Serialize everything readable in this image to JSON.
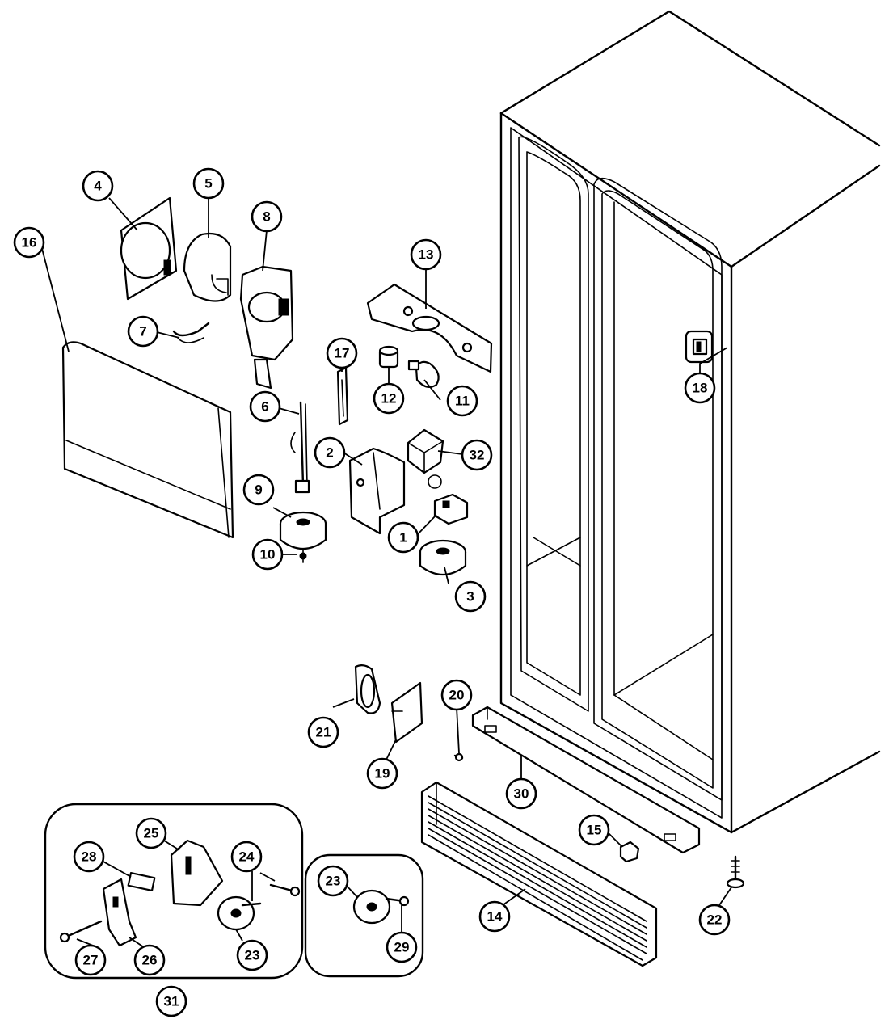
{
  "callouts": [
    {
      "id": "c1",
      "label": "1"
    },
    {
      "id": "c2",
      "label": "2"
    },
    {
      "id": "c3",
      "label": "3"
    },
    {
      "id": "c4",
      "label": "4"
    },
    {
      "id": "c5",
      "label": "5"
    },
    {
      "id": "c6",
      "label": "6"
    },
    {
      "id": "c7",
      "label": "7"
    },
    {
      "id": "c8",
      "label": "8"
    },
    {
      "id": "c9",
      "label": "9"
    },
    {
      "id": "c10",
      "label": "10"
    },
    {
      "id": "c11",
      "label": "11"
    },
    {
      "id": "c12",
      "label": "12"
    },
    {
      "id": "c13",
      "label": "13"
    },
    {
      "id": "c14",
      "label": "14"
    },
    {
      "id": "c15",
      "label": "15"
    },
    {
      "id": "c16",
      "label": "16"
    },
    {
      "id": "c17",
      "label": "17"
    },
    {
      "id": "c18",
      "label": "18"
    },
    {
      "id": "c19",
      "label": "19"
    },
    {
      "id": "c20",
      "label": "20"
    },
    {
      "id": "c21",
      "label": "21"
    },
    {
      "id": "c22",
      "label": "22"
    },
    {
      "id": "c23a",
      "label": "23"
    },
    {
      "id": "c23b",
      "label": "23"
    },
    {
      "id": "c24",
      "label": "24"
    },
    {
      "id": "c25",
      "label": "25"
    },
    {
      "id": "c26",
      "label": "26"
    },
    {
      "id": "c27",
      "label": "27"
    },
    {
      "id": "c28",
      "label": "28"
    },
    {
      "id": "c29",
      "label": "29"
    },
    {
      "id": "c30",
      "label": "30"
    },
    {
      "id": "c31",
      "label": "31"
    },
    {
      "id": "c32",
      "label": "32"
    }
  ]
}
